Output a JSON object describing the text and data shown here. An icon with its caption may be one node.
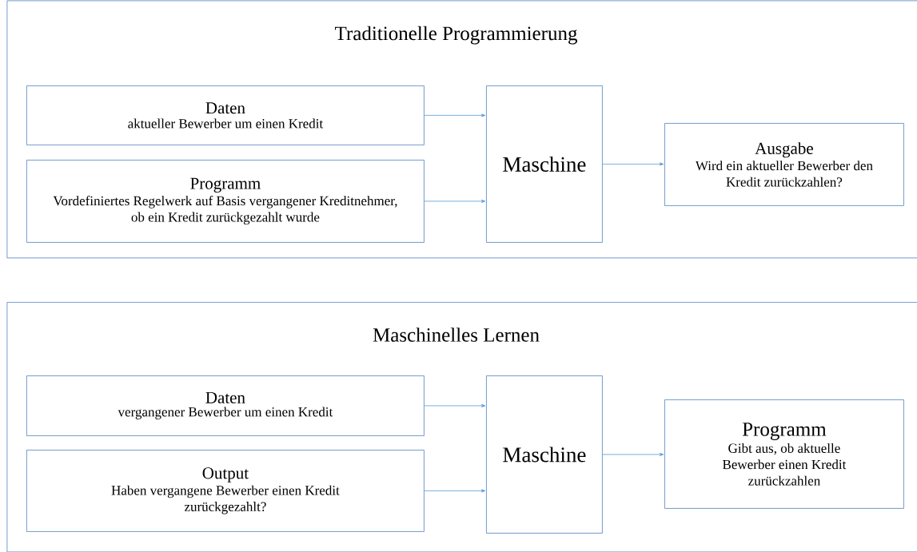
{
  "diagram": {
    "nodes": [
      {
        "text": [
          "Traditionelle Programmierung"
        ]
      },
      {
        "text": [
          "Daten",
          "aktueller Bewerber um einen Kredit"
        ],
        "in": 0
      },
      {
        "text": [
          "Programm",
          "Vordefiniertes Regelwerk auf Basis vergangener Kreditnehmer, ob ein Kredit zurückgezahlt wurde"
        ],
        "in": 0
      },
      {
        "text": [
          "Maschine"
        ],
        "in": 0
      },
      {
        "text": [
          "Ausgabe",
          "Wird ein aktueller Bewerber den Kredit zurückzahlen?"
        ],
        "in": 0
      },
      {
        "text": [
          "Maschinelles Lernen"
        ]
      },
      {
        "text": [
          "Daten",
          "vergangener Bewerber um einen Kredit"
        ],
        "in": 5
      },
      {
        "text": [
          "Output",
          "Haben vergangene Bewerber einen Kredit zurückgezahlt?"
        ],
        "in": 5
      },
      {
        "text": [
          "Maschine"
        ],
        "in": 5
      },
      {
        "text": [
          "Programm",
          "Gibt aus, ob aktuelle Bewerber einen Kredit zurückzahlen"
        ],
        "in": 5
      }
    ],
    "edges": [
      {
        "from": 1,
        "to": 3,
        "arrow": "to"
      },
      {
        "from": 2,
        "to": 3,
        "arrow": "to"
      },
      {
        "from": 3,
        "to": 4,
        "arrow": "to"
      },
      {
        "from": 6,
        "to": 8,
        "arrow": "to"
      },
      {
        "from": 7,
        "to": 8,
        "arrow": "to"
      },
      {
        "from": 8,
        "to": 9,
        "arrow": "to"
      }
    ]
  }
}
